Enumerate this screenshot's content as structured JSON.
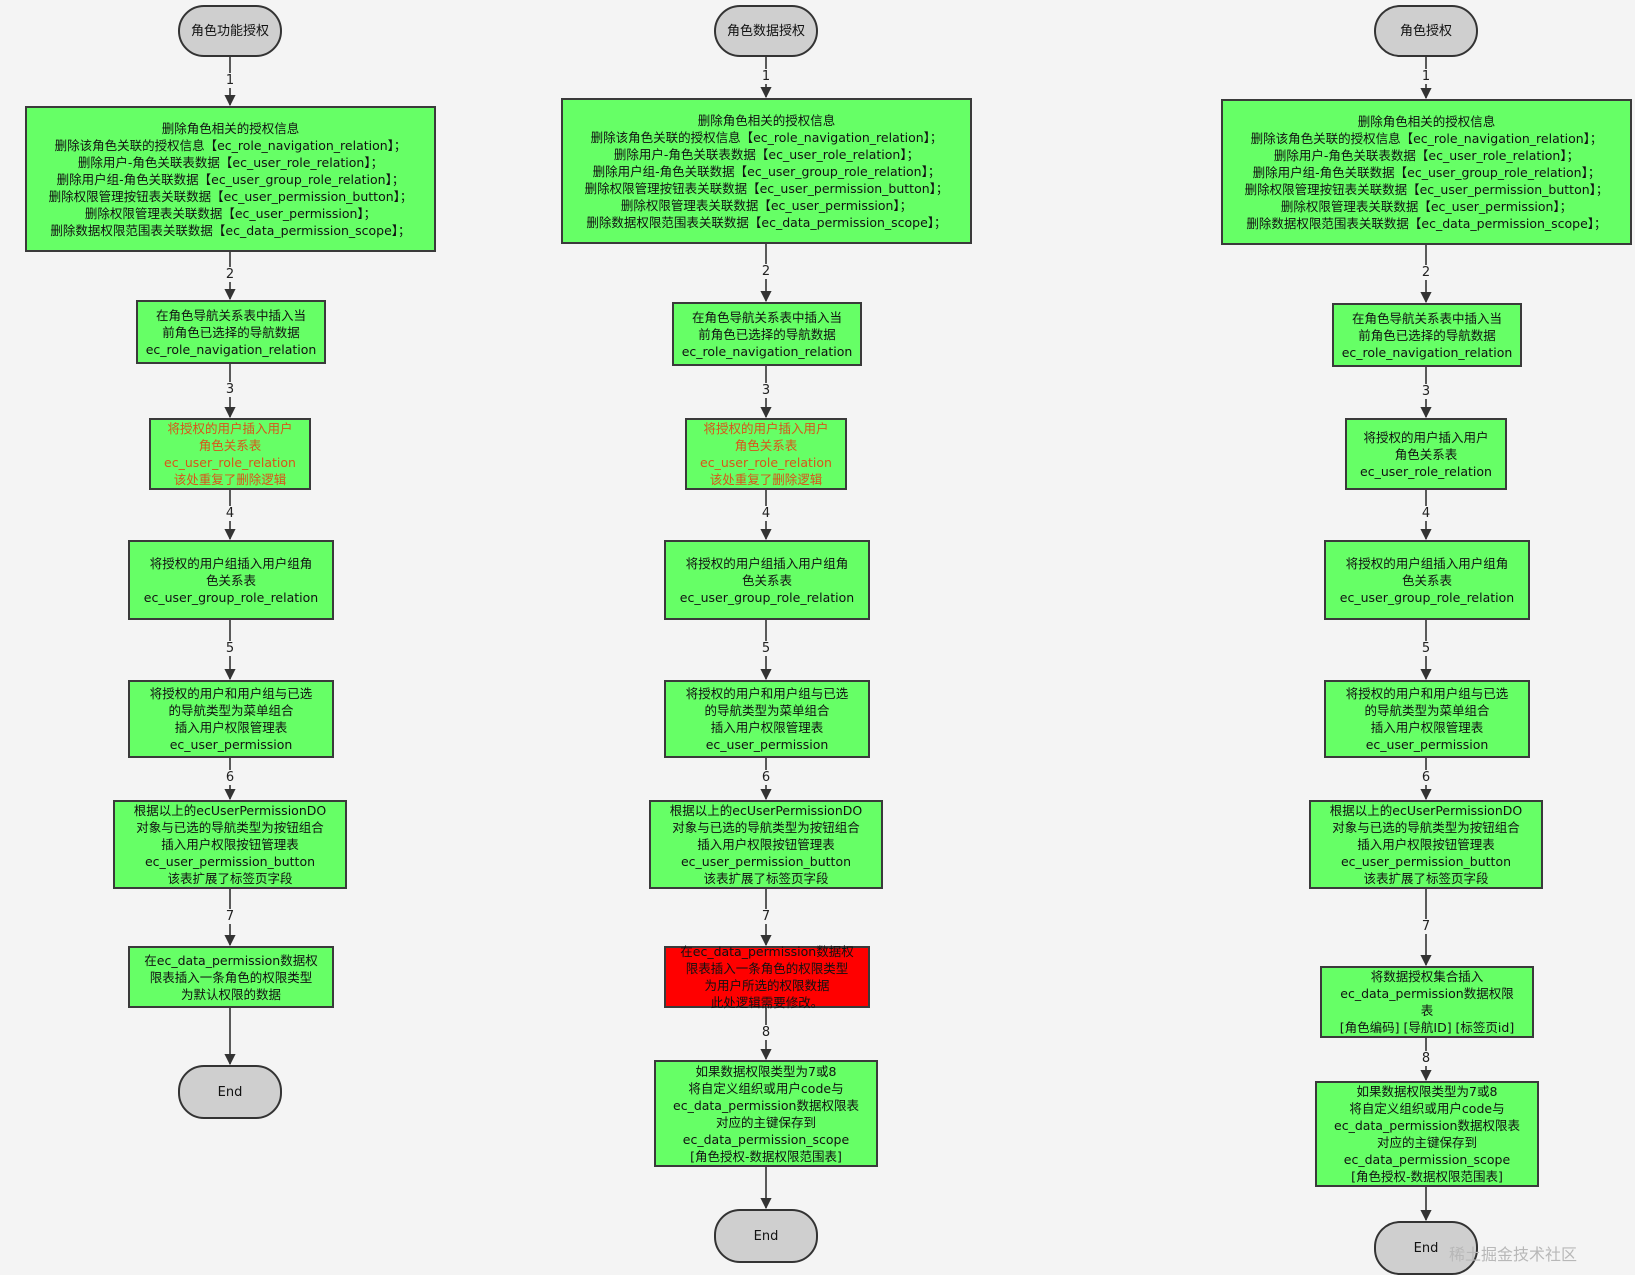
{
  "columns": [
    {
      "start": "角色功能授权",
      "steps": [
        {
          "style": "proc",
          "lines": [
            "删除角色相关的授权信息",
            "删除该角色关联的授权信息【ec_role_navigation_relation】；",
            "删除用户-角色关联表数据【ec_user_role_relation】；",
            "删除用户组-角色关联数据【ec_user_group_role_relation】；",
            "删除权限管理按钮表关联数据【ec_user_permission_button】；",
            "删除权限管理表关联数据【ec_user_permission】；",
            "删除数据权限范围表关联数据【ec_data_permission_scope】；"
          ]
        },
        {
          "style": "proc",
          "lines": [
            "在角色导航关系表中插入当",
            "前角色已选择的导航数据",
            "ec_role_navigation_relation"
          ]
        },
        {
          "style": "warn",
          "lines": [
            "将授权的用户插入用户",
            "角色关系表",
            "ec_user_role_relation",
            "该处重复了删除逻辑"
          ]
        },
        {
          "style": "proc",
          "lines": [
            "将授权的用户组插入用户组角",
            "色关系表",
            "ec_user_group_role_relation"
          ]
        },
        {
          "style": "proc",
          "lines": [
            "将授权的用户和用户组与已选",
            "的导航类型为菜单组合",
            "插入用户权限管理表",
            "ec_user_permission"
          ]
        },
        {
          "style": "proc",
          "lines": [
            "根据以上的ecUserPermissionDO",
            "对象与已选的导航类型为按钮组合",
            "插入用户权限按钮管理表",
            "ec_user_permission_button",
            "该表扩展了标签页字段"
          ]
        },
        {
          "style": "proc",
          "lines": [
            "在ec_data_permission数据权",
            "限表插入一条角色的权限类型",
            "为默认权限的数据"
          ]
        }
      ],
      "edge_labels": [
        "1",
        "2",
        "3",
        "4",
        "5",
        "6",
        "7",
        ""
      ],
      "end": "End"
    },
    {
      "start": "角色数据授权",
      "steps": [
        {
          "style": "proc",
          "lines": [
            "删除角色相关的授权信息",
            "删除该角色关联的授权信息【ec_role_navigation_relation】；",
            "删除用户-角色关联表数据【ec_user_role_relation】；",
            "删除用户组-角色关联数据【ec_user_group_role_relation】；",
            "删除权限管理按钮表关联数据【ec_user_permission_button】；",
            "删除权限管理表关联数据【ec_user_permission】；",
            "删除数据权限范围表关联数据【ec_data_permission_scope】；"
          ]
        },
        {
          "style": "proc",
          "lines": [
            "在角色导航关系表中插入当",
            "前角色已选择的导航数据",
            "ec_role_navigation_relation"
          ]
        },
        {
          "style": "warn",
          "lines": [
            "将授权的用户插入用户",
            "角色关系表",
            "ec_user_role_relation",
            "该处重复了删除逻辑"
          ]
        },
        {
          "style": "proc",
          "lines": [
            "将授权的用户组插入用户组角",
            "色关系表",
            "ec_user_group_role_relation"
          ]
        },
        {
          "style": "proc",
          "lines": [
            "将授权的用户和用户组与已选",
            "的导航类型为菜单组合",
            "插入用户权限管理表",
            "ec_user_permission"
          ]
        },
        {
          "style": "proc",
          "lines": [
            "根据以上的ecUserPermissionDO",
            "对象与已选的导航类型为按钮组合",
            "插入用户权限按钮管理表",
            "ec_user_permission_button",
            "该表扩展了标签页字段"
          ]
        },
        {
          "style": "red",
          "lines": [
            "在ec_data_permission数据权",
            "限表插入一条角色的权限类型",
            "为用户所选的权限数据",
            "此处逻辑需要修改。"
          ]
        },
        {
          "style": "proc",
          "lines": [
            "如果数据权限类型为7或8",
            "将自定义组织或用户code与",
            "ec_data_permission数据权限表",
            "对应的主键保存到",
            "ec_data_permission_scope",
            "[角色授权-数据权限范围表]"
          ]
        }
      ],
      "edge_labels": [
        "1",
        "2",
        "3",
        "4",
        "5",
        "6",
        "7",
        "8",
        ""
      ],
      "end": "End"
    },
    {
      "start": "角色授权",
      "steps": [
        {
          "style": "proc",
          "lines": [
            "删除角色相关的授权信息",
            "删除该角色关联的授权信息【ec_role_navigation_relation】；",
            "删除用户-角色关联表数据【ec_user_role_relation】；",
            "删除用户组-角色关联数据【ec_user_group_role_relation】；",
            "删除权限管理按钮表关联数据【ec_user_permission_button】；",
            "删除权限管理表关联数据【ec_user_permission】；",
            "删除数据权限范围表关联数据【ec_data_permission_scope】；"
          ]
        },
        {
          "style": "proc",
          "lines": [
            "在角色导航关系表中插入当",
            "前角色已选择的导航数据",
            "ec_role_navigation_relation"
          ]
        },
        {
          "style": "proc",
          "lines": [
            "将授权的用户插入用户",
            "角色关系表",
            "ec_user_role_relation"
          ]
        },
        {
          "style": "proc",
          "lines": [
            "将授权的用户组插入用户组角",
            "色关系表",
            "ec_user_group_role_relation"
          ]
        },
        {
          "style": "proc",
          "lines": [
            "将授权的用户和用户组与已选",
            "的导航类型为菜单组合",
            "插入用户权限管理表",
            "ec_user_permission"
          ]
        },
        {
          "style": "proc",
          "lines": [
            "根据以上的ecUserPermissionDO",
            "对象与已选的导航类型为按钮组合",
            "插入用户权限按钮管理表",
            "ec_user_permission_button",
            "该表扩展了标签页字段"
          ]
        },
        {
          "style": "proc",
          "lines": [
            "将数据授权集合插入",
            "ec_data_permission数据权限",
            "表",
            "[角色编码] [导航ID] [标签页id]"
          ]
        },
        {
          "style": "proc",
          "lines": [
            "如果数据权限类型为7或8",
            "将自定义组织或用户code与",
            "ec_data_permission数据权限表",
            "对应的主键保存到",
            "ec_data_permission_scope",
            "[角色授权-数据权限范围表]"
          ]
        }
      ],
      "edge_labels": [
        "1",
        "2",
        "3",
        "4",
        "5",
        "6",
        "7",
        "8",
        ""
      ],
      "end": "End"
    }
  ],
  "watermark": "稀土掘金技术社区"
}
